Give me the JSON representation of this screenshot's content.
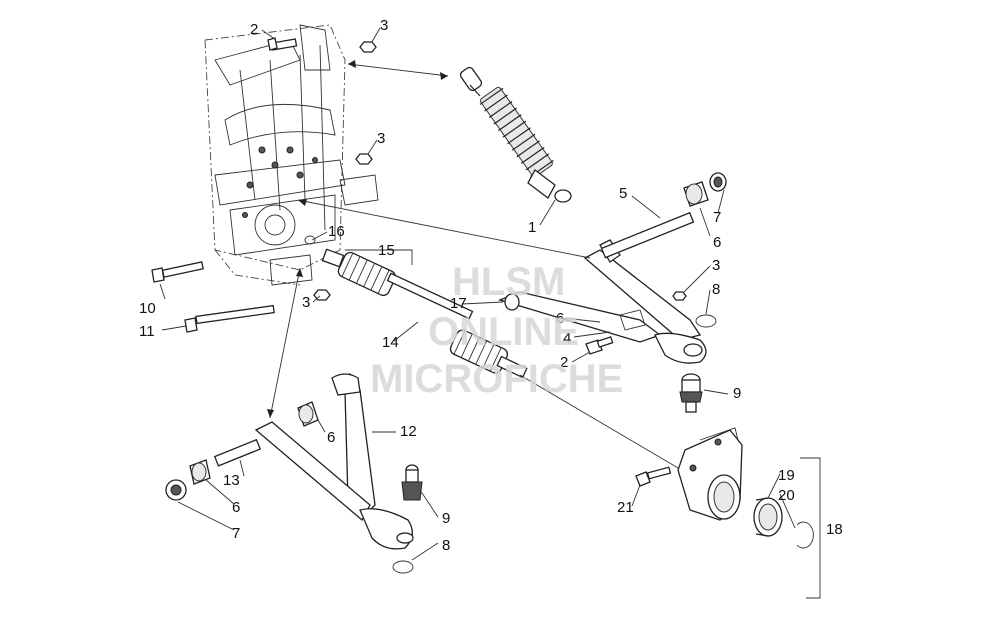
{
  "watermark": {
    "line1": "HLSM",
    "line2": "ONLINE",
    "line3": "MICROFICHE"
  },
  "callouts": [
    {
      "id": "c2a",
      "text": "2"
    },
    {
      "id": "c3a",
      "text": "3"
    },
    {
      "id": "c3b",
      "text": "3"
    },
    {
      "id": "c1",
      "text": "1"
    },
    {
      "id": "c5",
      "text": "5"
    },
    {
      "id": "c7a",
      "text": "7"
    },
    {
      "id": "c6a",
      "text": "6"
    },
    {
      "id": "c16",
      "text": "16"
    },
    {
      "id": "c15",
      "text": "15"
    },
    {
      "id": "c3c",
      "text": "3"
    },
    {
      "id": "c8a",
      "text": "8"
    },
    {
      "id": "c10",
      "text": "10"
    },
    {
      "id": "c3d",
      "text": "3"
    },
    {
      "id": "c17",
      "text": "17"
    },
    {
      "id": "c6b",
      "text": "6"
    },
    {
      "id": "c4",
      "text": "4"
    },
    {
      "id": "c11",
      "text": "11"
    },
    {
      "id": "c14",
      "text": "14"
    },
    {
      "id": "c2b",
      "text": "2"
    },
    {
      "id": "c9a",
      "text": "9"
    },
    {
      "id": "c12",
      "text": "12"
    },
    {
      "id": "c6c",
      "text": "6"
    },
    {
      "id": "c13",
      "text": "13"
    },
    {
      "id": "c6d",
      "text": "6"
    },
    {
      "id": "c7b",
      "text": "7"
    },
    {
      "id": "c9b",
      "text": "9"
    },
    {
      "id": "c8b",
      "text": "8"
    },
    {
      "id": "c19",
      "text": "19"
    },
    {
      "id": "c20",
      "text": "20"
    },
    {
      "id": "c21",
      "text": "21"
    },
    {
      "id": "c18",
      "text": "18"
    }
  ]
}
